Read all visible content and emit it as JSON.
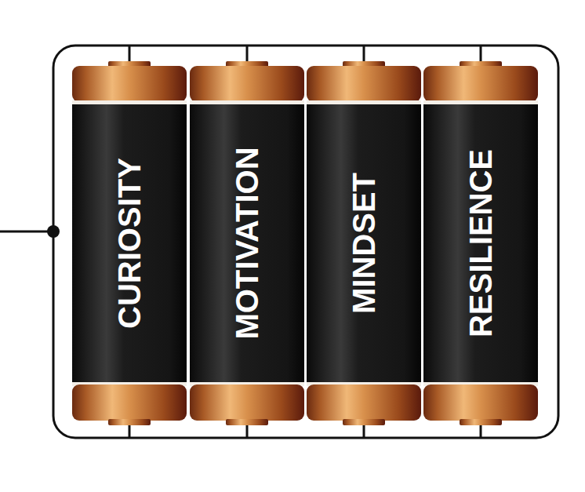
{
  "diagram": {
    "nodes": [
      {
        "text": [
          "CURIOSITY"
        ]
      },
      {
        "text": [
          "MOTIVATION"
        ]
      },
      {
        "text": [
          "MINDSET"
        ]
      },
      {
        "text": [
          "RESILIENCE"
        ]
      }
    ]
  }
}
